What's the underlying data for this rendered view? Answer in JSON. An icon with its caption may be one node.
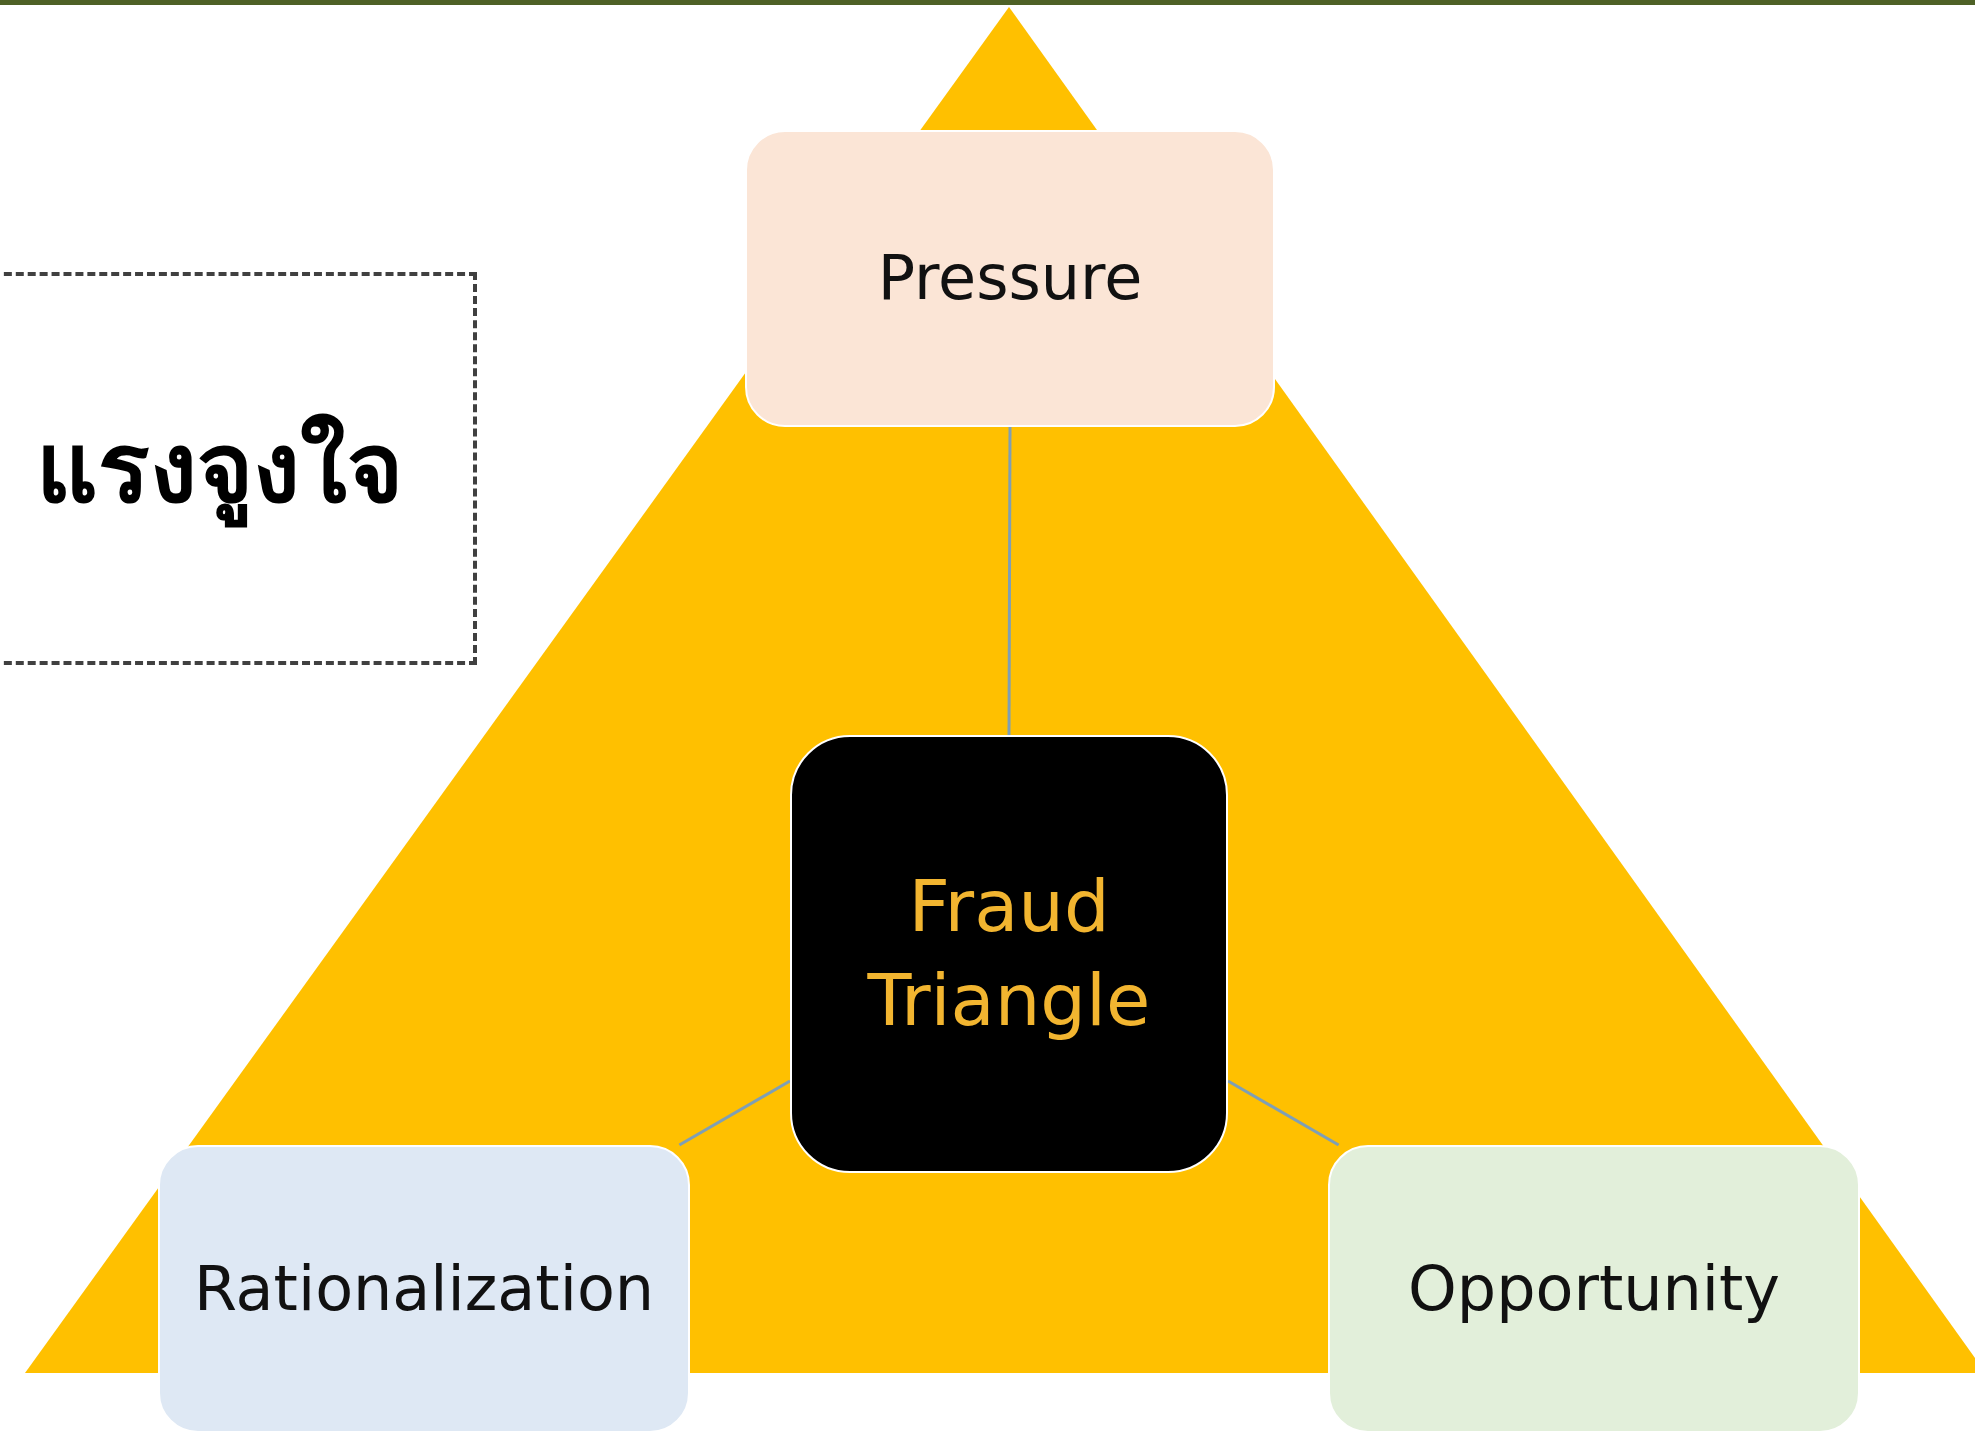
{
  "diagram": {
    "nodes": [
      {
        "text": [
          "แรงจูงใจ"
        ]
      },
      {
        "text": [
          "Pressure"
        ]
      },
      {
        "text": [
          "Fraud Triangle"
        ]
      },
      {
        "text": [
          "Rationalization"
        ]
      },
      {
        "text": [
          "Opportunity"
        ]
      }
    ],
    "edges": [
      {
        "from": 2,
        "to": 1,
        "arrow": "none"
      },
      {
        "from": 2,
        "to": 3,
        "arrow": "none"
      },
      {
        "from": 2,
        "to": 4,
        "arrow": "none"
      }
    ]
  }
}
